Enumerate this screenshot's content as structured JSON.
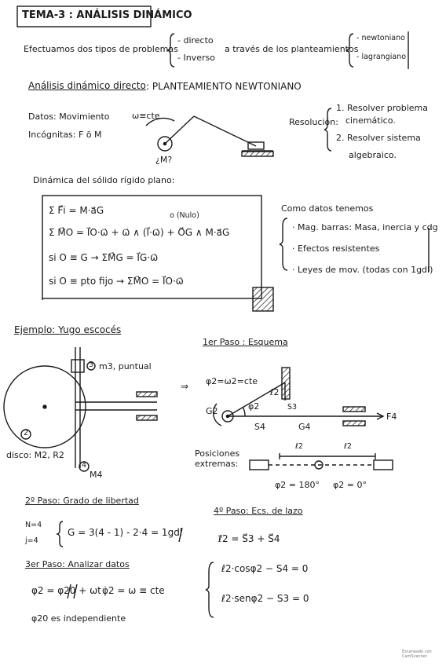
{
  "header": {
    "title": "TEMA-3 : ANÁLISIS DINÁMICO"
  },
  "intro": {
    "lead": "Efectuamos dos tipos de problemas",
    "opt1": "- directo",
    "opt2": "- Inverso",
    "mid": "a través de los planteamientos",
    "opt3": "- newtoniano",
    "opt4": "- lagrangiano"
  },
  "section1": {
    "title": "Análisis dinámico directo",
    "subtitle": ": PLANTEAMIENTO NEWTONIANO",
    "datos": "Datos: Movimiento",
    "incognitas": "Incógnitas: F ö M",
    "omega": "ω≡cte",
    "m_question": "¿M?",
    "resolucion": "Resolución:",
    "steps": [
      "1. Resolver problema",
      "cinemático.",
      "2. Resolver sistema",
      "algebraico."
    ]
  },
  "section2": {
    "title": "Dinámica del sólido rígido plano:",
    "eq1": "Σ F⃗i = M·a⃗G",
    "eq2": "Σ M⃗O = I⃗O·ω⃗ + ω⃗ ∧ (I⃗·ω⃗) + O⃗G ∧ M·a⃗G",
    "nulo": "o (Nulo)",
    "eq3": "si   O ≡ G → ΣM⃗G = I⃗G·ω⃗",
    "eq4": "si   O ≡ pto fijo → ΣM⃗O = I⃗O·ω⃗",
    "como": "Como datos tenemos",
    "items": [
      "· Mag. barras: Masa, inercia y cdg",
      "· Efectos resistentes",
      "· Leyes de mov. (todas con 1gdl)"
    ]
  },
  "section3": {
    "title": "Ejemplo: Yugo escocés",
    "m3": "m3, puntual",
    "disco": "disco: M2, R2",
    "m4": "M4",
    "n2": "2",
    "n3": "3",
    "n4": "4",
    "arrow": "⇒",
    "paso1": "1er Paso : Esquema",
    "phi_label": "φ2=ω2=cte",
    "l2": "ℓ2",
    "phi2": "φ2",
    "s3": "S3",
    "g2": "G2",
    "s4": "S4",
    "g4": "G4",
    "f4": "F4",
    "posiciones": "Posiciones extremas:",
    "dim1": "ℓ2",
    "dim2": "ℓ2",
    "ang1": "φ2 = 180°",
    "ang2": "φ2 = 0°"
  },
  "section4": {
    "paso2": "2º Paso: Grado de libertad",
    "n": "N=4",
    "j": "j=4",
    "g_eq": "G = 3(4 - 1) - 2·4 = 1gdl",
    "paso3": "3er Paso: Analizar datos",
    "phi_eq": "φ2 = φ20 + ωt",
    "phi_dot": "φ̇2 = ω ≡ cte",
    "phi_indep": "φ20 es independiente",
    "paso4": "4º Paso: Ecs. de lazo",
    "lazo_eq": "ℓ⃗2 = S⃗3 + S⃗4",
    "eq_a": "ℓ2·cosφ2 − S4 = 0",
    "eq_b": "ℓ2·senφ2 − S3 = 0"
  },
  "footer": {
    "scanner": "Escaneado con CamScanner"
  }
}
